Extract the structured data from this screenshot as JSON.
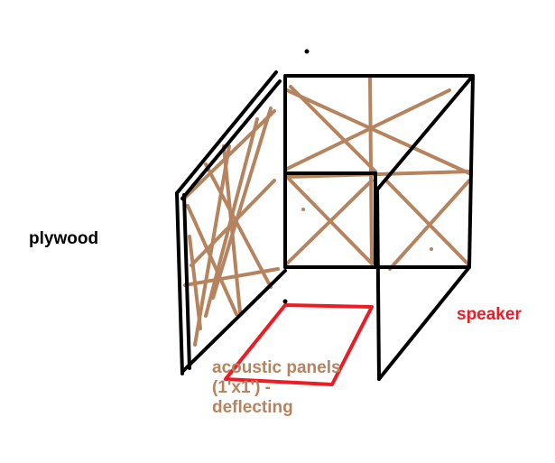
{
  "labels": {
    "plywood": "plywood",
    "speaker": "speaker",
    "panels_line1": "acoustic panels",
    "panels_line2": "(1'x1') -",
    "panels_line3": "deflecting"
  },
  "colors": {
    "frame": "#000000",
    "panel": "#b5845f",
    "speaker": "#ed1c24",
    "plywood_text": "#000000",
    "panel_text": "#b5845f"
  }
}
